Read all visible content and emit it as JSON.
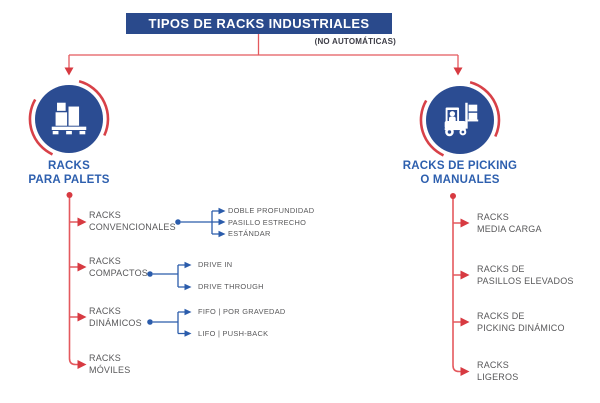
{
  "banner": {
    "title": "TIPOS DE RACKS INDUSTRIALES",
    "subtitle": "(NO AUTOMÁTICAS)"
  },
  "colors": {
    "navy_banner": "#2a4a8c",
    "navy_circle": "#2b4c92",
    "blue_text": "#2d5fae",
    "blue_connector": "#2b5cab",
    "red_line": "#e4595e",
    "red_solid": "#d73a41",
    "gray_text": "#58585a",
    "subtitle_text": "#3d3d46"
  },
  "left_branch": {
    "label": "RACKS\nPARA PALETS",
    "icon": "pallet-boxes-icon",
    "items": [
      {
        "label": "RACKS\nCONVENCIONALES"
      },
      {
        "label": "RACKS\nCOMPACTOS"
      },
      {
        "label": "RACKS\nDINÁMICOS"
      },
      {
        "label": "RACKS\nMÓVILES"
      }
    ],
    "sub_items": {
      "convencionales": [
        "DOBLE PROFUNDIDAD",
        "PASILLO ESTRECHO",
        "ESTÁNDAR"
      ],
      "compactos": [
        "DRIVE IN",
        "DRIVE THROUGH"
      ],
      "dinamicos": [
        "FIFO | POR GRAVEDAD",
        "LIFO | PUSH-BACK"
      ]
    }
  },
  "right_branch": {
    "label": "RACKS DE PICKING\nO MANUALES",
    "icon": "forklift-icon",
    "items": [
      {
        "label": "RACKS\nMEDIA CARGA"
      },
      {
        "label": "RACKS DE\nPASILLOS ELEVADOS"
      },
      {
        "label": "RACKS DE\nPICKING DINÁMICO"
      },
      {
        "label": "RACKS\nLIGEROS"
      }
    ]
  }
}
